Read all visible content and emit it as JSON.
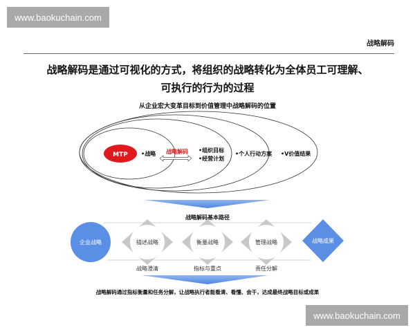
{
  "watermark_top": "www.baokuchain.com",
  "watermark_bottom": "www.baokuchain.com",
  "header_label": "战略解码",
  "title_line1": "战略解码是通过可视化的方式，将组织的战略转化为全体员工可理解、",
  "title_line2": "可执行的行为的过程",
  "ellipse_section": {
    "title": "从企业宏大变革目标到价值管理中战略解码的位置",
    "mtp": "MTP",
    "strategy": "•战略",
    "decode": "战略解码",
    "org_goal": "•组织目标",
    "biz_plan": "•经营计划",
    "personal": "•个人行动方案",
    "value": "•V价值结果"
  },
  "path_section": {
    "title": "战略解码基本路径",
    "start": "企业战略",
    "steps": [
      {
        "label": "描述战略",
        "sub": "战略澄清"
      },
      {
        "label": "衡量战略",
        "sub": "指标与重点"
      },
      {
        "label": "管理战略",
        "sub": "责任分解"
      }
    ],
    "end": "战略成果"
  },
  "conclusion": "战略解码通过指标衡量和任务分解，让战略执行者能看清、看懂、会干，达成最终战略目标或成果",
  "colors": {
    "blue": "#5b8fe6",
    "red": "#e0191e",
    "gray": "#c8c8c8"
  }
}
